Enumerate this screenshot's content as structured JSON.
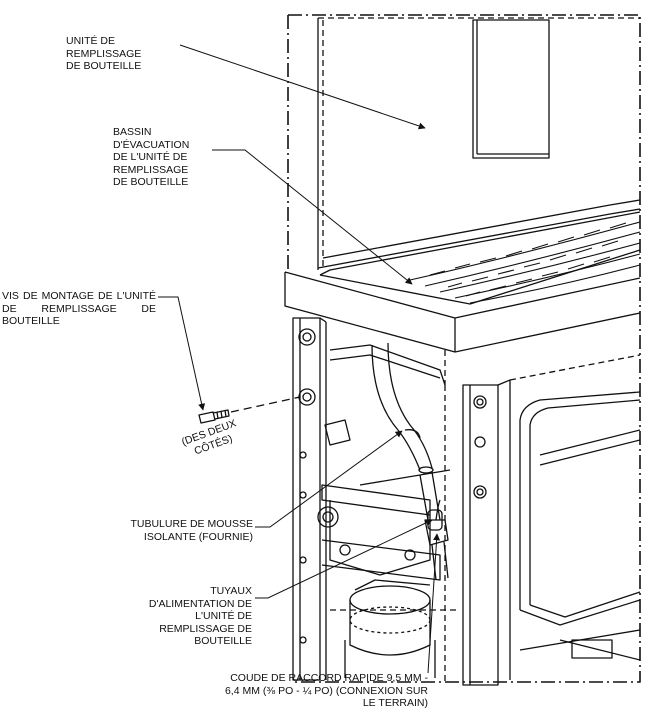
{
  "labels": {
    "bottle_filler_unit": "UNITÉ DE\nREMPLISSAGE\nDE BOUTEILLE",
    "drain_basin": "BASSIN\nD'ÉVACUATION\nDE L'UNITÉ DE\nREMPLISSAGE\nDE BOUTEILLE",
    "mounting_screw": "VIS DE MONTAGE DE L'UNITÉ DE REMPLISSAGE DE BOUTEILLE",
    "both_sides": "(DES DEUX\nCÔTÉS)",
    "foam_tubing": "TUBULURE DE MOUSSE\nISOLANTE (FOURNIE)",
    "supply_pipes": "TUYAUX\nD'ALIMENTATION DE\nL'UNITÉ DE\nREMPLISSAGE DE\nBOUTEILLE",
    "elbow_fitting": "COUDE DE RACCORD RAPIDE 9,5 MM -\n6,4 MM (⅜ PO - ¼ PO) (CONNEXION SUR\nLE TERRAIN)"
  }
}
